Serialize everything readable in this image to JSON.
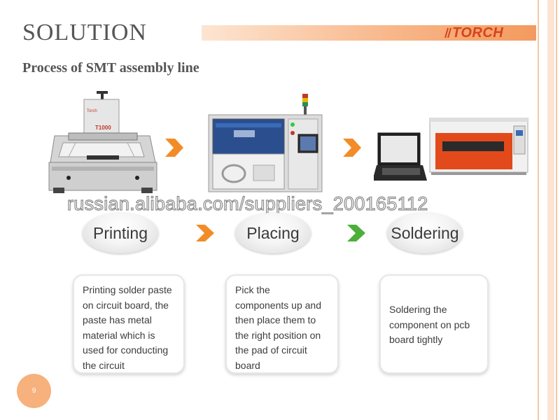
{
  "slide": {
    "title": "SOLUTION",
    "subtitle": "Process of SMT assembly line",
    "logo_text": "TORCH",
    "page_number": "9"
  },
  "machines": {
    "printer_label": "T1000",
    "printer_brand": "Torch"
  },
  "watermark": "russian.alibaba.com/suppliers_200165112",
  "steps": [
    {
      "label": "Printing",
      "description_lines": [
        "Printing solder paste",
        "on circuit board, the",
        "paste has metal",
        "material which is",
        "used for conducting",
        "the circuit"
      ]
    },
    {
      "label": "Placing",
      "description_lines": [
        "Pick the",
        "components up and",
        "then place them to",
        "the right position on",
        "the pad of circuit",
        "board"
      ]
    },
    {
      "label": "Soldering",
      "description_lines": [
        "Soldering the",
        "component on pcb",
        "board tightly"
      ]
    }
  ],
  "colors": {
    "accent_orange": "#f28c28",
    "accent_green": "#4caf3a",
    "logo_red": "#d8431a",
    "page_badge": "#f7b17c"
  },
  "icons": {
    "arrow_1": "chevron-right-orange",
    "arrow_2": "chevron-right-orange",
    "arrow_3": "chevron-right-orange",
    "arrow_4": "chevron-right-green"
  }
}
